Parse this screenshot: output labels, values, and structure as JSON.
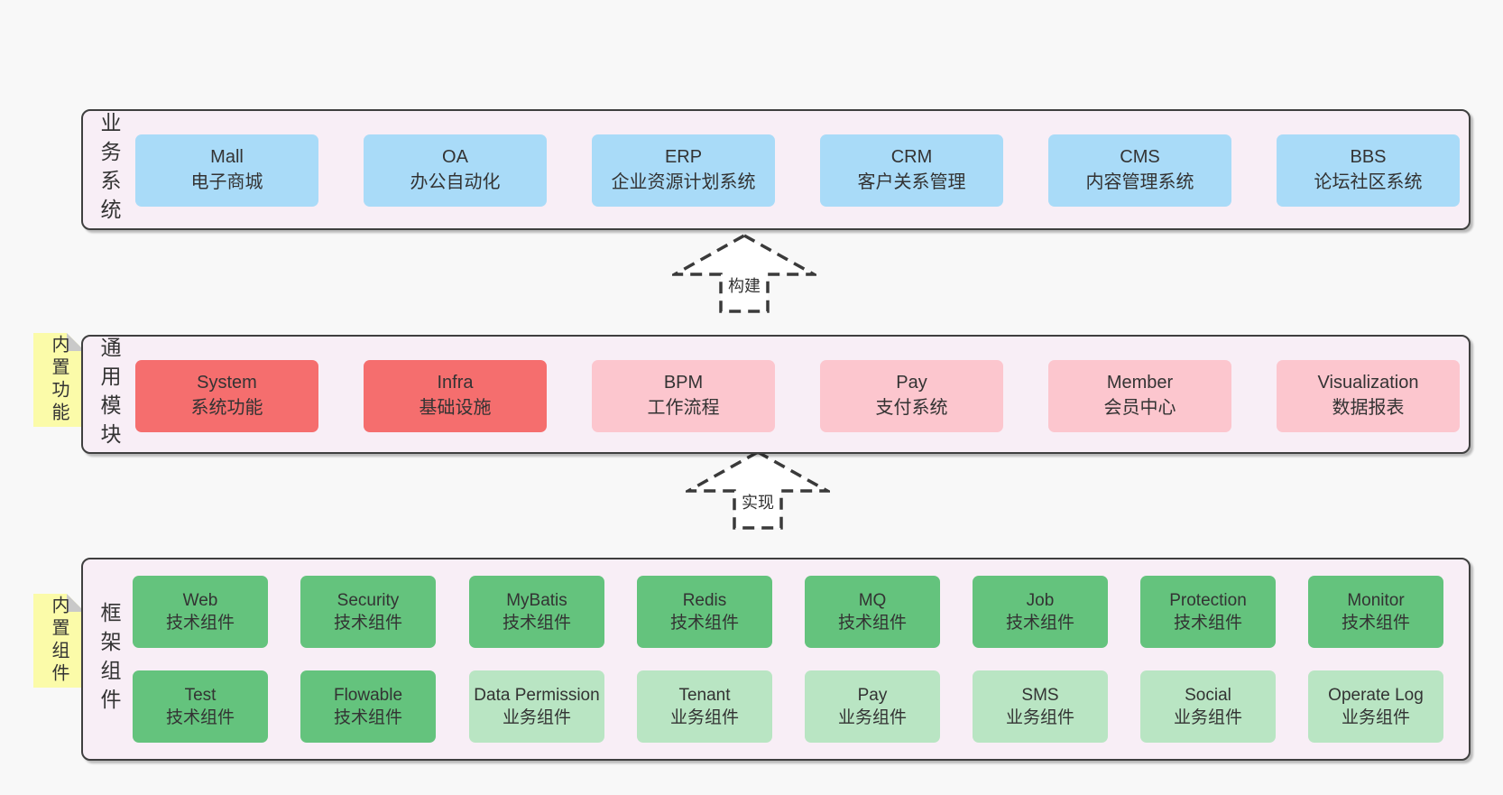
{
  "colors": {
    "page_bg": "#f8f8f8",
    "band_bg": "#f8eef6",
    "band_border": "#3f3f3f",
    "box_blue": "#a9dbf8",
    "box_red": "#f56e6e",
    "box_pink": "#fcc6ce",
    "box_green": "#64c37d",
    "box_light_green": "#b9e5c3",
    "note_yellow": "#fbfba9",
    "note_fold_gray": "#c9c9c9",
    "text": "#333333"
  },
  "bands": [
    {
      "label": "业务系统",
      "boxes": [
        {
          "title": "Mall",
          "subtitle": "电子商城"
        },
        {
          "title": "OA",
          "subtitle": "办公自动化"
        },
        {
          "title": "ERP",
          "subtitle": "企业资源计划系统"
        },
        {
          "title": "CRM",
          "subtitle": "客户关系管理"
        },
        {
          "title": "CMS",
          "subtitle": "内容管理系统"
        },
        {
          "title": "BBS",
          "subtitle": "论坛社区系统"
        }
      ]
    },
    {
      "label": "通用模块",
      "note": "内置功能",
      "boxes": [
        {
          "title": "System",
          "subtitle": "系统功能"
        },
        {
          "title": "Infra",
          "subtitle": "基础设施"
        },
        {
          "title": "BPM",
          "subtitle": "工作流程"
        },
        {
          "title": "Pay",
          "subtitle": "支付系统"
        },
        {
          "title": "Member",
          "subtitle": "会员中心"
        },
        {
          "title": "Visualization",
          "subtitle": "数据报表"
        }
      ]
    },
    {
      "label": "框架组件",
      "note": "内置组件",
      "row1": [
        {
          "title": "Web",
          "subtitle": "技术组件"
        },
        {
          "title": "Security",
          "subtitle": "技术组件"
        },
        {
          "title": "MyBatis",
          "subtitle": "技术组件"
        },
        {
          "title": "Redis",
          "subtitle": "技术组件"
        },
        {
          "title": "MQ",
          "subtitle": "技术组件"
        },
        {
          "title": "Job",
          "subtitle": "技术组件"
        },
        {
          "title": "Protection",
          "subtitle": "技术组件"
        },
        {
          "title": "Monitor",
          "subtitle": "技术组件"
        }
      ],
      "row2": [
        {
          "title": "Test",
          "subtitle": "技术组件"
        },
        {
          "title": "Flowable",
          "subtitle": "技术组件"
        },
        {
          "title": "Data Permission",
          "subtitle": "业务组件"
        },
        {
          "title": "Tenant",
          "subtitle": "业务组件"
        },
        {
          "title": "Pay",
          "subtitle": "业务组件"
        },
        {
          "title": "SMS",
          "subtitle": "业务组件"
        },
        {
          "title": "Social",
          "subtitle": "业务组件"
        },
        {
          "title": "Operate Log",
          "subtitle": "业务组件"
        }
      ]
    }
  ],
  "arrows": [
    {
      "label": "构建"
    },
    {
      "label": "实现"
    }
  ]
}
